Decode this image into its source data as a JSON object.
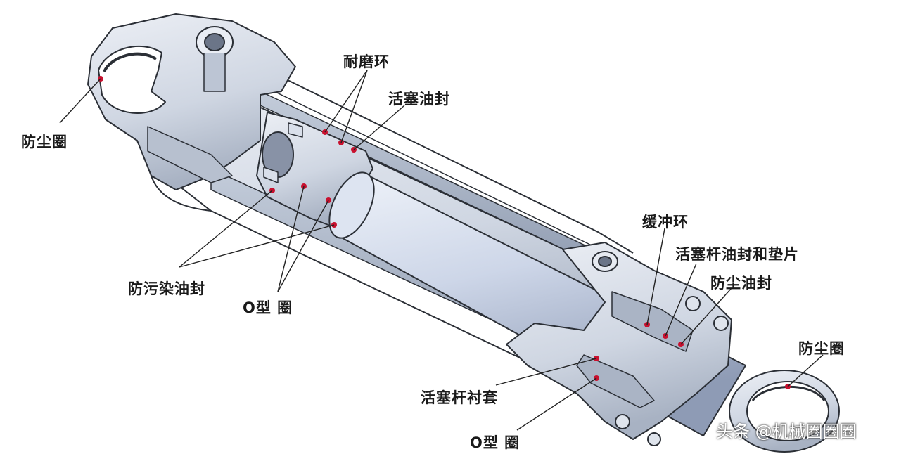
{
  "labels": {
    "wear_ring": "耐磨环",
    "piston_seal": "活塞油封",
    "dust_ring_left": "防尘圈",
    "buffer_ring": "缓冲环",
    "rod_seal_gasket": "活塞杆油封和垫片",
    "dust_seal": "防尘油封",
    "anti_contam_seal": "防污染油封",
    "o_ring_left": "O型 圈",
    "dust_ring_right": "防尘圈",
    "rod_bushing": "活塞杆衬套",
    "o_ring_bottom": "O型 圈"
  },
  "watermark": "头条 @机械圈圈圈",
  "colors": {
    "body": "#d7dde8",
    "body_dark": "#9aa6b8",
    "rod": "#c9d3e6",
    "outline": "#2b2f36",
    "marker": "#c8102e",
    "leader": "#222222"
  }
}
